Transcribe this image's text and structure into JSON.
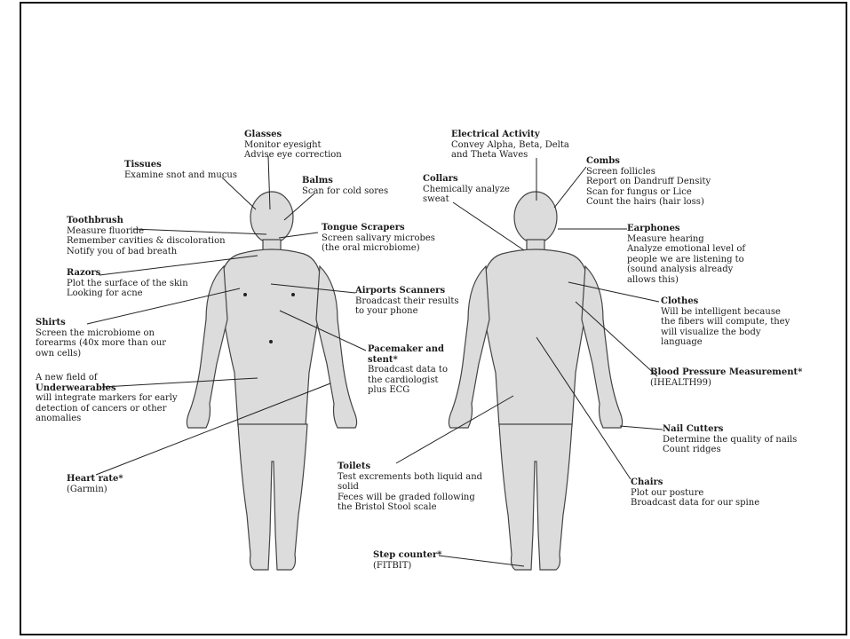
{
  "labels": {
    "glasses": {
      "title": "Glasses",
      "lines": [
        "Monitor eyesight",
        "Advise eye correction"
      ]
    },
    "tissues": {
      "title": "Tissues",
      "lines": [
        "Examine snot and mucus"
      ]
    },
    "balms": {
      "title": "Balms",
      "lines": [
        "Scan for cold sores"
      ]
    },
    "toothbrush": {
      "title": "Toothbrush",
      "lines": [
        "Measure fluoride",
        "Remember cavities & discoloration",
        "Notify you of bad breath"
      ]
    },
    "tongue": {
      "title": "Tongue Scrapers",
      "lines": [
        "Screen salivary microbes",
        "(the oral microbiome)"
      ]
    },
    "razors": {
      "title": "Razors",
      "lines": [
        "Plot the surface of the skin",
        "Looking for acne"
      ]
    },
    "airports": {
      "title": "Airports Scanners",
      "lines": [
        "Broadcast their results",
        "to your phone"
      ]
    },
    "shirts": {
      "title": "Shirts",
      "lines": [
        "Screen the microbiome on",
        "forearms (40x more than our",
        "own cells)"
      ]
    },
    "pacemaker": {
      "title": "Pacemaker and stent*",
      "lines": [
        "Broadcast data to",
        "the cardiologist",
        "plus ECG"
      ]
    },
    "underwear_intro": "A new field of",
    "underwear": {
      "title": "Underwearables",
      "lines": [
        "will integrate markers for early",
        "detection of cancers or other",
        "anomalies"
      ]
    },
    "heart": {
      "title": "Heart rate*",
      "lines": [
        "(Garmin)"
      ]
    },
    "electrical": {
      "title": "Electrical Activity",
      "lines": [
        "Convey Alpha, Beta, Delta",
        "and Theta Waves"
      ]
    },
    "collars": {
      "title": "Collars",
      "lines": [
        "Chemically analyze",
        "sweat"
      ]
    },
    "combs": {
      "title": "Combs",
      "lines": [
        "Screen follicles",
        "Report on Dandruff Density",
        "Scan for fungus or Lice",
        "Count the hairs (hair loss)"
      ]
    },
    "earphones": {
      "title": "Earphones",
      "lines": [
        "Measure hearing",
        "Analyze emotional level of",
        "people we are listening to",
        "(sound analysis already",
        "allows this)"
      ]
    },
    "clothes": {
      "title": "Clothes",
      "lines": [
        "Will be intelligent because",
        "the fibers will compute, they",
        "will visualize the body",
        "language"
      ]
    },
    "bp": {
      "title": "Blood Pressure Measurement*",
      "lines": [
        "(IHEALTH99)"
      ]
    },
    "nails": {
      "title": "Nail Cutters",
      "lines": [
        "Determine the quality of nails",
        "Count ridges"
      ]
    },
    "toilets": {
      "title": "Toilets",
      "lines": [
        "Test excrements both liquid and",
        "solid",
        "Feces will be graded following",
        "the Bristol Stool scale"
      ]
    },
    "chairs": {
      "title": "Chairs",
      "lines": [
        "Plot our posture",
        "Broadcast data for our spine"
      ]
    },
    "step": {
      "title": "Step counter*",
      "lines": [
        "(FITBIT)"
      ]
    }
  },
  "colors": {
    "body_fill": "#dcdcdc",
    "body_stroke": "#444444",
    "line": "#222222"
  }
}
